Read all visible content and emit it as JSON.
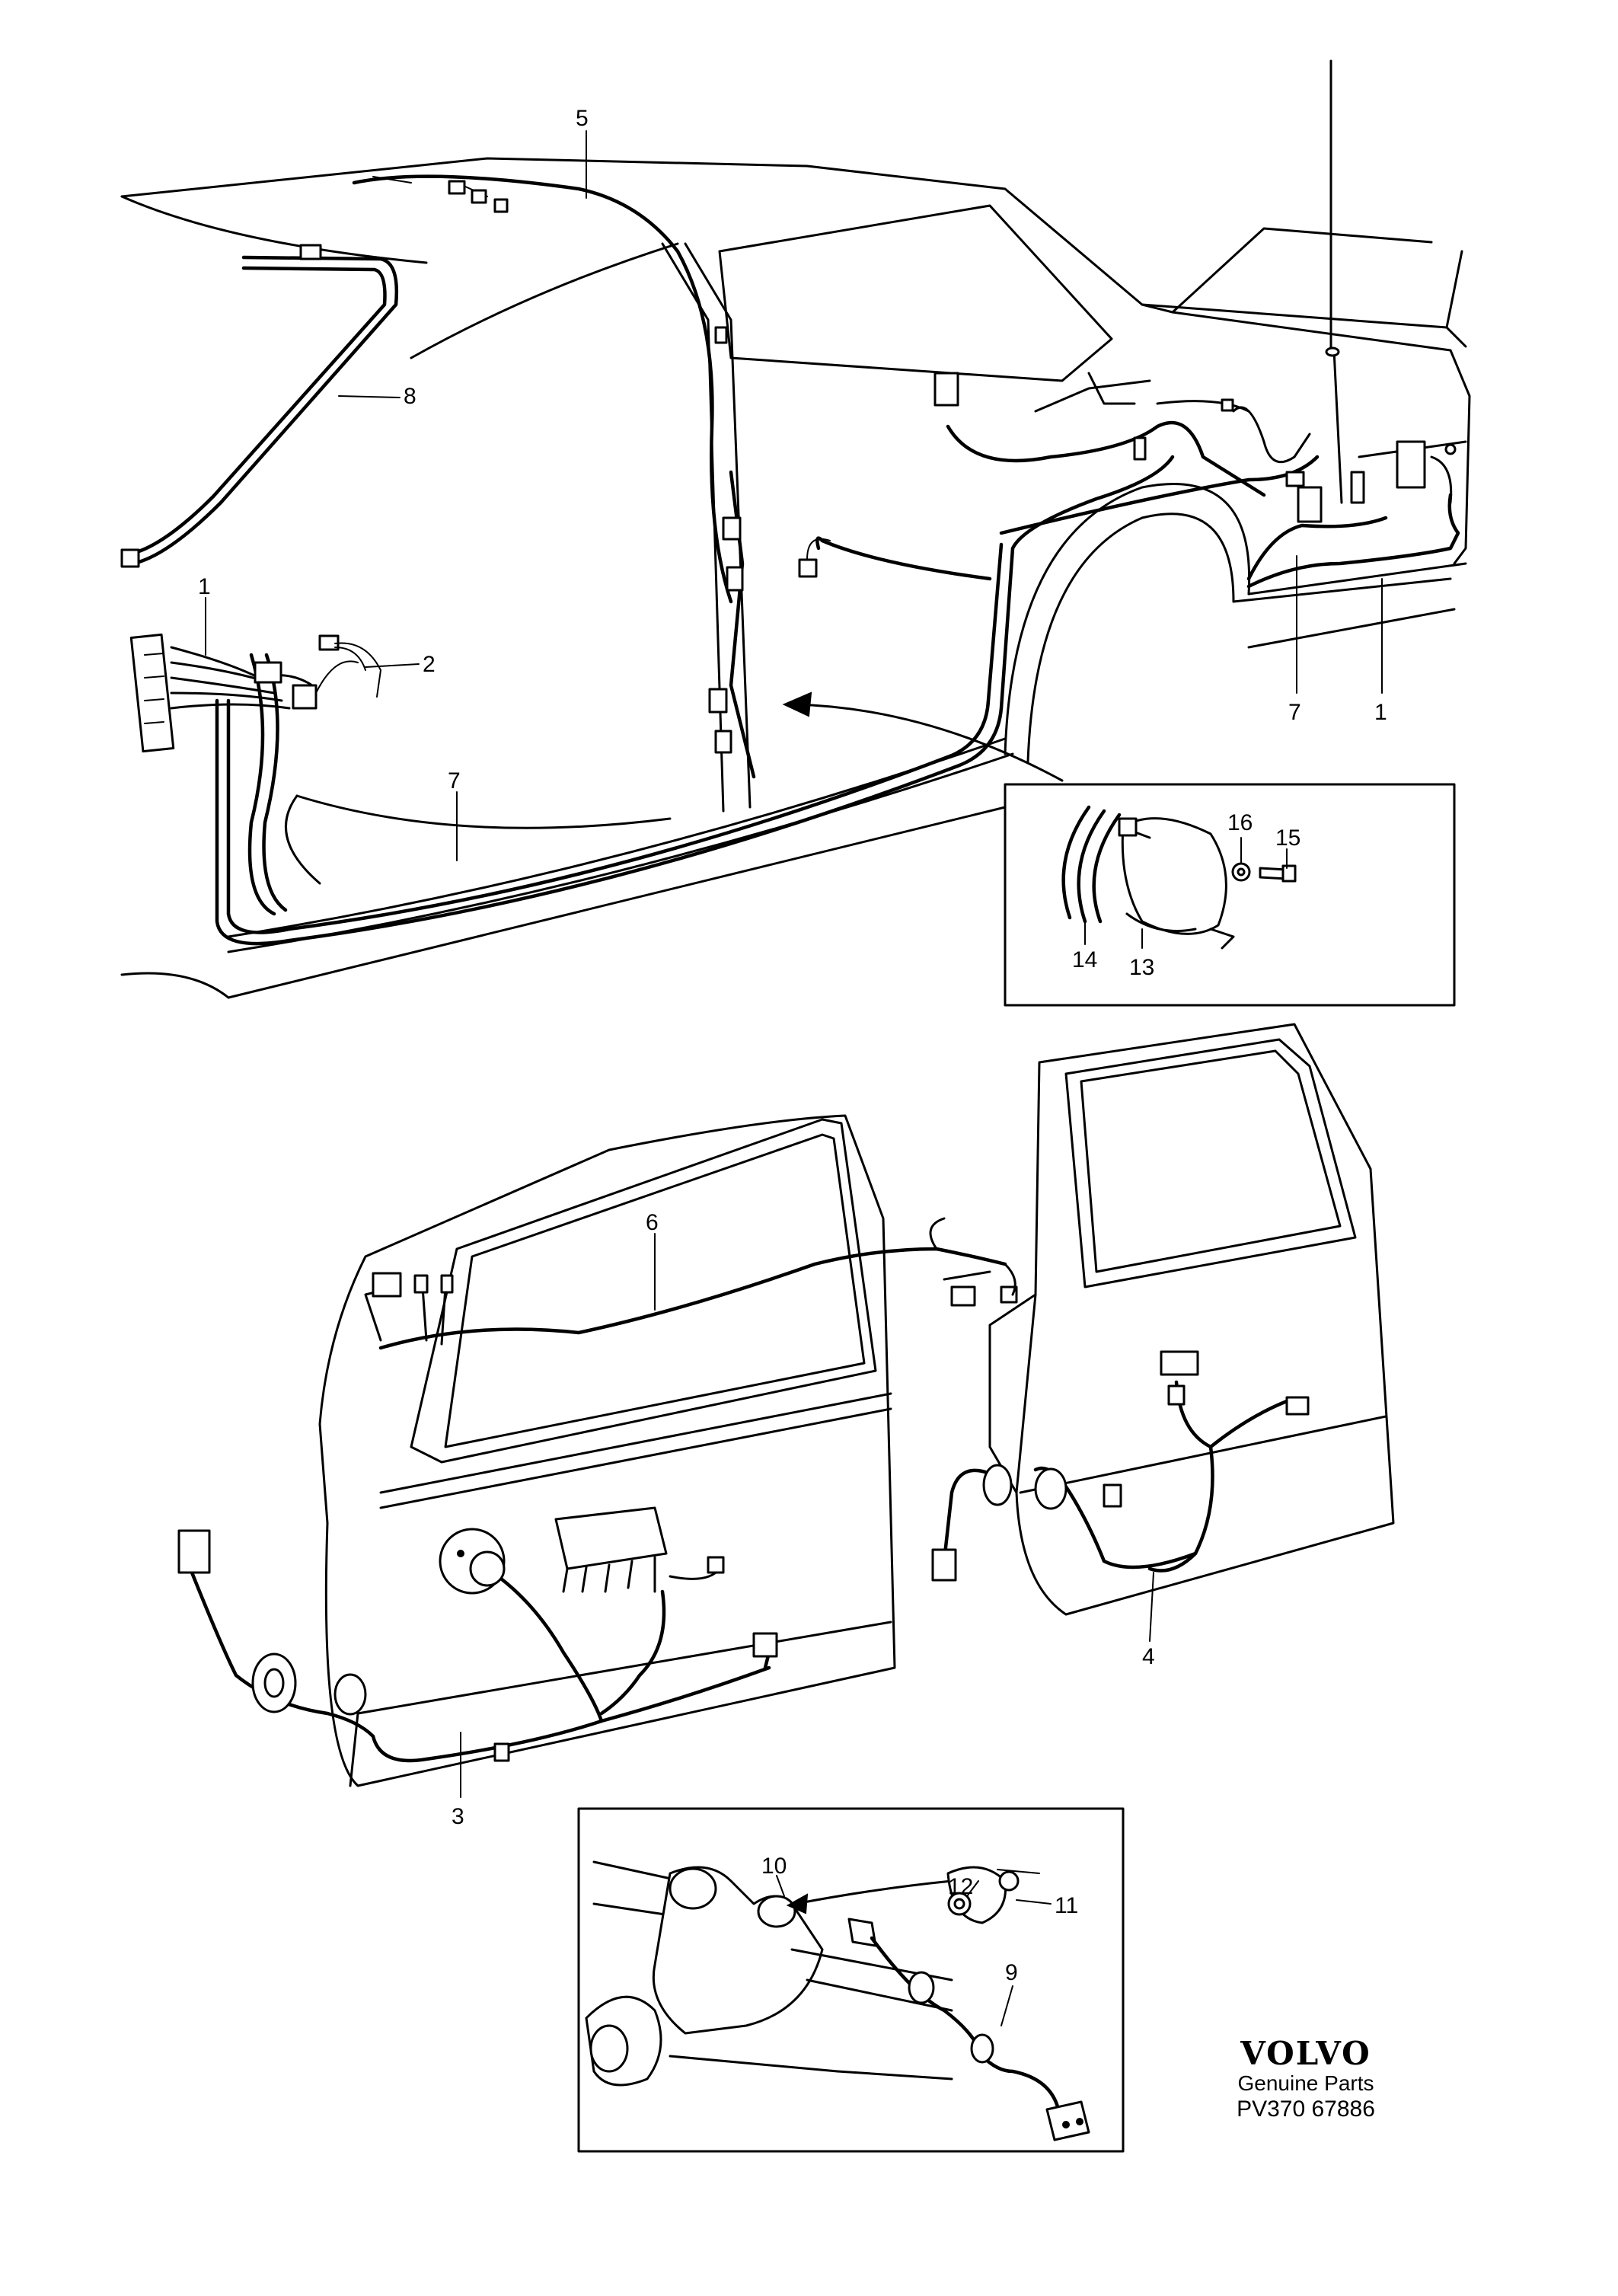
{
  "callouts": [
    {
      "id": "c5",
      "text": "5"
    },
    {
      "id": "c8",
      "text": "8"
    },
    {
      "id": "c1a",
      "text": "1"
    },
    {
      "id": "c2",
      "text": "2"
    },
    {
      "id": "c7a",
      "text": "7"
    },
    {
      "id": "c7b",
      "text": "7"
    },
    {
      "id": "c1b",
      "text": "1"
    },
    {
      "id": "c16",
      "text": "16"
    },
    {
      "id": "c15",
      "text": "15"
    },
    {
      "id": "c14",
      "text": "14"
    },
    {
      "id": "c13",
      "text": "13"
    },
    {
      "id": "c6",
      "text": "6"
    },
    {
      "id": "c3",
      "text": "3"
    },
    {
      "id": "c4",
      "text": "4"
    },
    {
      "id": "c10",
      "text": "10"
    },
    {
      "id": "c12",
      "text": "12"
    },
    {
      "id": "c11",
      "text": "11"
    },
    {
      "id": "c9",
      "text": "9"
    }
  ],
  "brand": {
    "logo": "VOLVO",
    "subtitle": "Genuine Parts",
    "code": "PV370 67886"
  }
}
